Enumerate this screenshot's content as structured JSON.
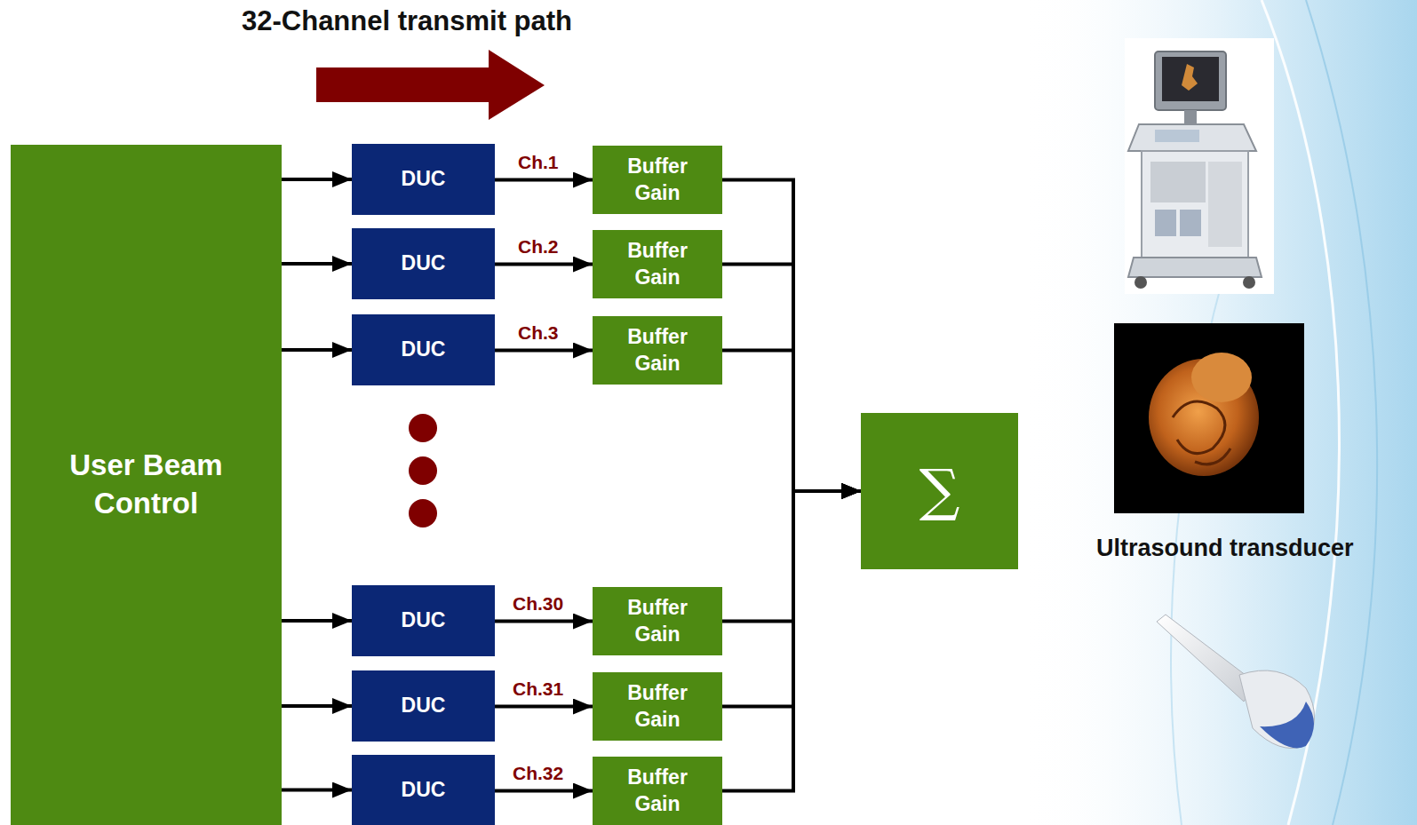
{
  "diagram": {
    "title": "32-Channel transmit path",
    "nodes": [
      {
        "text": [
          "User Beam Control"
        ]
      },
      {
        "text": [
          "DUC"
        ]
      },
      {
        "text": [
          "DUC"
        ]
      },
      {
        "text": [
          "DUC"
        ]
      },
      {
        "text": [
          "DUC"
        ]
      },
      {
        "text": [
          "DUC"
        ]
      },
      {
        "text": [
          "DUC"
        ]
      },
      {
        "text": [
          "Buffer Gain"
        ]
      },
      {
        "text": [
          "Buffer Gain"
        ]
      },
      {
        "text": [
          "Buffer Gain"
        ]
      },
      {
        "text": [
          "Buffer Gain"
        ]
      },
      {
        "text": [
          "Buffer Gain"
        ]
      },
      {
        "text": [
          "Buffer Gain"
        ]
      },
      {
        "text": [
          "∑"
        ]
      }
    ],
    "edges": [
      {
        "from": 0,
        "to": 1,
        "arrow": "to"
      },
      {
        "from": 0,
        "to": 2,
        "arrow": "to"
      },
      {
        "from": 0,
        "to": 3,
        "arrow": "to"
      },
      {
        "from": 0,
        "to": 4,
        "arrow": "to"
      },
      {
        "from": 0,
        "to": 5,
        "arrow": "to"
      },
      {
        "from": 0,
        "to": 6,
        "arrow": "to"
      },
      {
        "from": 1,
        "to": 7,
        "label": "Ch.1",
        "arrow": "to"
      },
      {
        "from": 2,
        "to": 8,
        "label": "Ch.2",
        "arrow": "to"
      },
      {
        "from": 3,
        "to": 9,
        "label": "Ch.3",
        "arrow": "to"
      },
      {
        "from": 4,
        "to": 10,
        "label": "Ch.30",
        "arrow": "to"
      },
      {
        "from": 5,
        "to": 11,
        "label": "Ch.31",
        "arrow": "to"
      },
      {
        "from": 6,
        "to": 12,
        "label": "Ch.32",
        "arrow": "to"
      },
      {
        "from": 7,
        "to": 13,
        "arrow": "to"
      },
      {
        "from": 8,
        "to": 13,
        "arrow": "to"
      },
      {
        "from": 9,
        "to": 13,
        "arrow": "to"
      },
      {
        "from": 10,
        "to": 13,
        "arrow": "to"
      },
      {
        "from": 11,
        "to": 13,
        "arrow": "to"
      },
      {
        "from": 12,
        "to": 13,
        "arrow": "to"
      }
    ],
    "labels": [
      "Ultrasound transducer"
    ]
  }
}
